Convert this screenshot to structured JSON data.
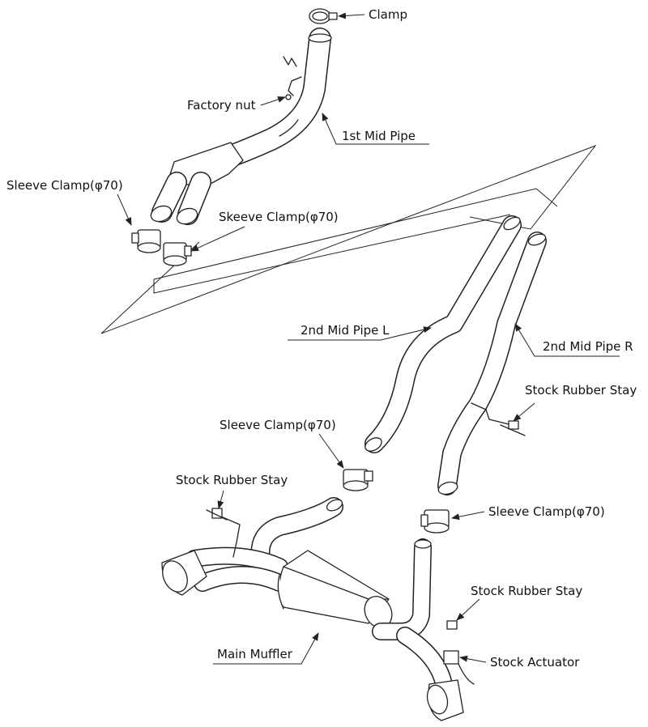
{
  "labels": {
    "clamp": "Clamp",
    "factory_nut": "Factory nut",
    "first_mid_pipe": "1st Mid Pipe",
    "sleeve_clamp_1": "Sleeve Clamp(φ70)",
    "skeeve_clamp": "Skeeve Clamp(φ70)",
    "second_mid_pipe_l": "2nd Mid Pipe L",
    "second_mid_pipe_r": "2nd Mid Pipe R",
    "stock_rubber_stay_1": "Stock Rubber Stay",
    "sleeve_clamp_2": "Sleeve Clamp(φ70)",
    "stock_rubber_stay_2": "Stock Rubber Stay",
    "sleeve_clamp_3": "Sleeve Clamp(φ70)",
    "stock_rubber_stay_3": "Stock Rubber Stay",
    "main_muffler": "Main Muffler",
    "stock_actuator": "Stock Actuator"
  },
  "colors": {
    "line": "#222222",
    "background": "#ffffff"
  }
}
